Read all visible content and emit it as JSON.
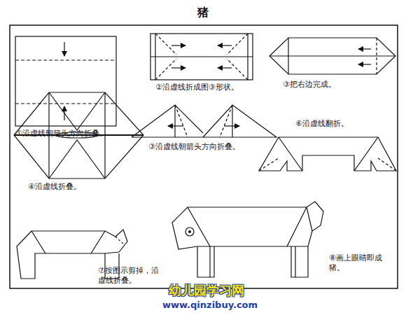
{
  "diagram": {
    "title": "猪",
    "labels": [
      "①沿虚线朝箭头方向折叠。",
      "②沿虚线折成图③形状。",
      "③把右边完成。",
      "③沿虚线朝箭头方向折叠。",
      "⑥沿虚线翻折。",
      "④沿虚线折叠。",
      "⑦按图示剪掉，沿虚线折叠。",
      "⑧画上眼睛即成猪。",
      "幼儿园学习网",
      "www.qinzibuy.com"
    ]
  }
}
